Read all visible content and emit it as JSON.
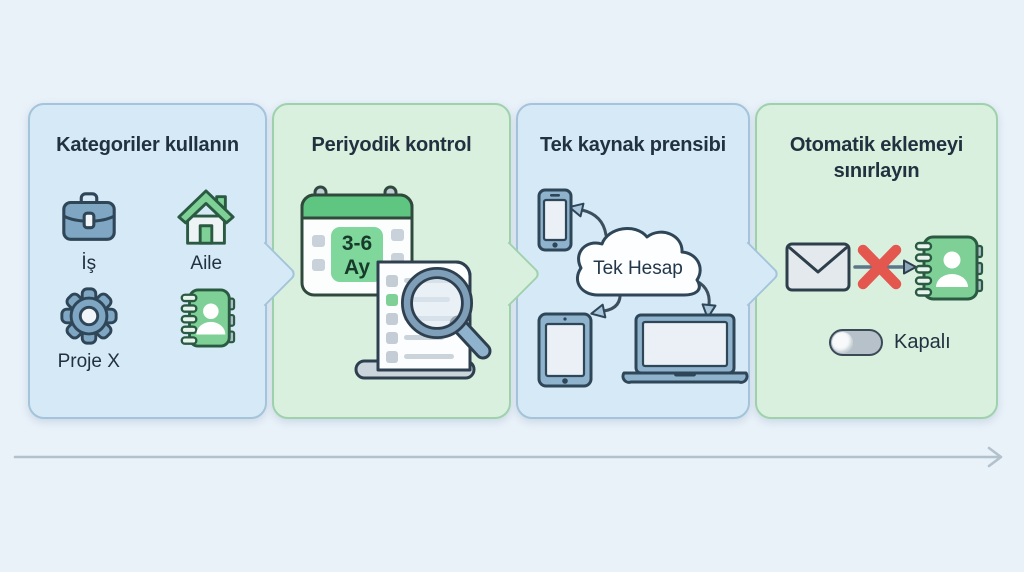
{
  "panels": [
    {
      "title": "Kategoriler kullanın",
      "items": [
        {
          "icon": "briefcase-icon",
          "label": "İş"
        },
        {
          "icon": "house-icon",
          "label": "Aile"
        },
        {
          "icon": "gear-icon",
          "label": "Proje X"
        },
        {
          "icon": "contact-book-icon",
          "label": ""
        }
      ]
    },
    {
      "title": "Periyodik kontrol",
      "calendar_badge": {
        "line1": "3-6",
        "line2": "Ay"
      }
    },
    {
      "title": "Tek kaynak prensibi",
      "cloud_label": "Tek Hesap"
    },
    {
      "title": "Otomatik eklemeyi sınırlayın",
      "toggle": {
        "label": "Kapalı",
        "state": "off"
      }
    }
  ],
  "colors": {
    "page_bg": "#e9f1f9",
    "panel_blue_bg": "#d6e9f7",
    "panel_blue_border": "#a3c4da",
    "panel_green_bg": "#d9f0de",
    "panel_green_border": "#9fd2ac",
    "title": "#22313f",
    "steel_blue": "#8fb3cc",
    "steel_blue_dark": "#2e4657",
    "icon_green": "#7ed096",
    "icon_green_dark": "#2b5a43",
    "calendar_header_green": "#5fc681",
    "badge_green": "#7fd79b",
    "red_x": "#e4574e",
    "timeline": "#b2c1cb"
  }
}
